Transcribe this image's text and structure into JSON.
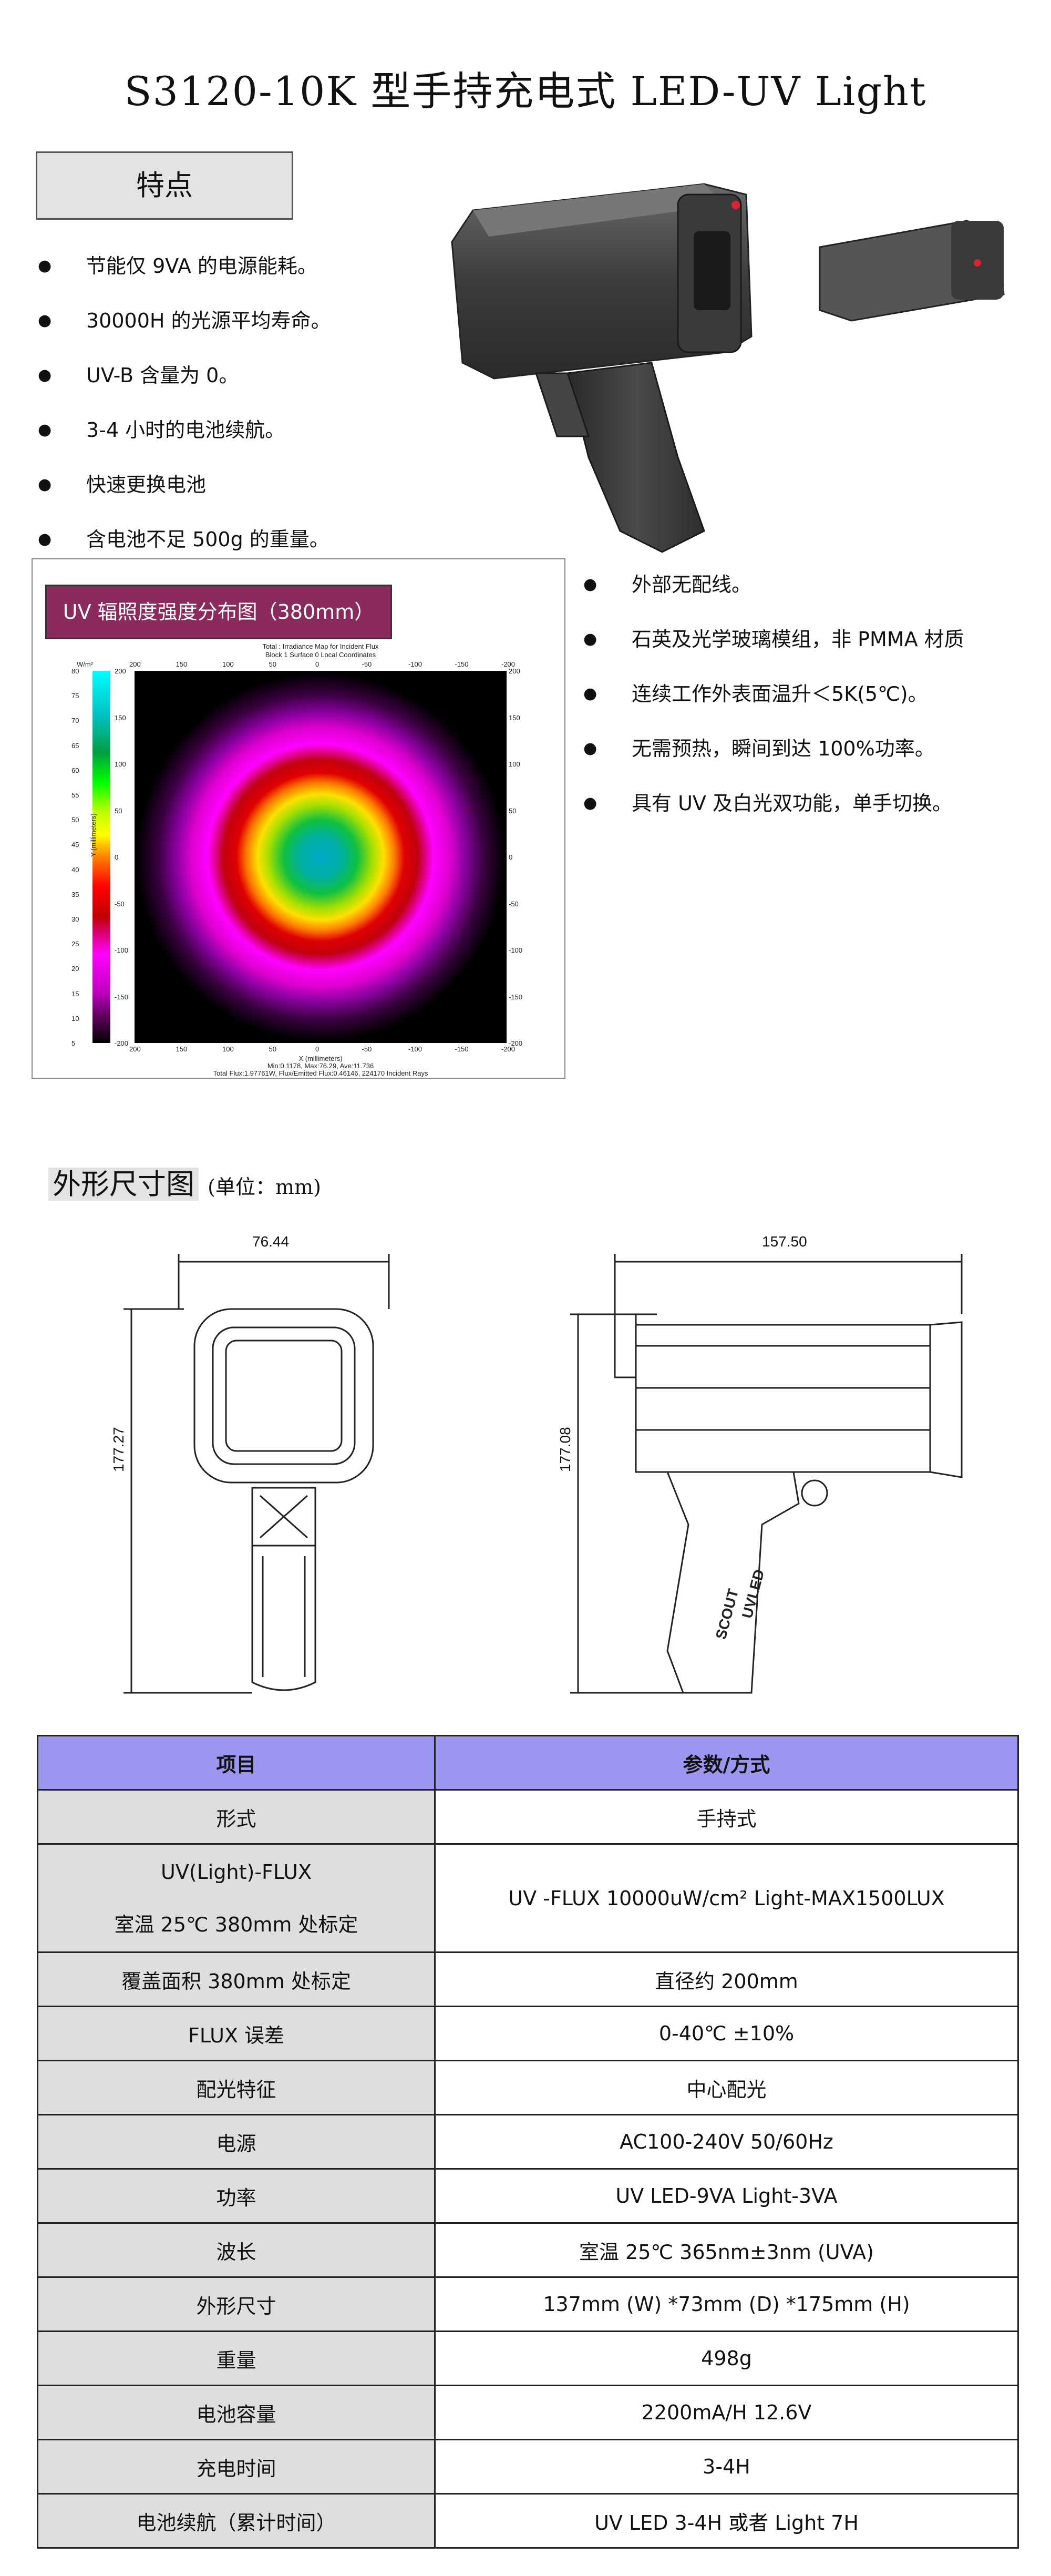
{
  "title": "S3120-10K 型手持充电式 LED-UV  Light",
  "features_heading": "特点",
  "features_left": [
    "节能仅 9VA 的电源能耗。",
    "30000H 的光源平均寿命。",
    "UV-B 含量为 0。",
    "3-4 小时的电池续航。",
    "快速更换电池",
    "含电池不足 500g 的重量。"
  ],
  "features_right": [
    "外部无配线。",
    "石英及光学玻璃模组，非 PMMA 材质",
    "连续工作外表面温升＜5K(5℃)。",
    "无需预热，瞬间到达 100%功率。",
    "具有 UV 及白光双功能，单手切换。"
  ],
  "irradiance_heading": "UV 辐照度强度分布图（380mm）",
  "chart_data": {
    "type": "heatmap",
    "title": "Total : Irradiance Map for Incident Flux",
    "subtitle": "Block 1 Surface 0   Local Coordinates",
    "xlabel": "X (millimeters)",
    "ylabel": "Y (millimeters)",
    "colorbar_label": "W/m²",
    "x_ticks": [
      "200",
      "150",
      "100",
      "50",
      "0",
      "-50",
      "-100",
      "-150",
      "-200"
    ],
    "y_ticks": [
      "200",
      "150",
      "100",
      "50",
      "0",
      "-50",
      "-100",
      "-150",
      "-200"
    ],
    "colorbar_ticks": [
      "80",
      "75",
      "70",
      "65",
      "60",
      "55",
      "50",
      "45",
      "40",
      "35",
      "30",
      "25",
      "20",
      "15",
      "10",
      "5"
    ],
    "footer_line1": "Min:0.1178, Max:76.29, Ave:11.736",
    "footer_line2": "Total Flux:1.97761W, Flux/Emitted Flux:0.46146, 224170 Incident Rays"
  },
  "dimensions": {
    "heading": "外形尺寸图",
    "unit": "(单位：mm)",
    "front_width": "76.44",
    "front_height": "177.27",
    "side_width": "157.50",
    "side_height": "177.08",
    "grip_label_1": "SCOUT",
    "grip_label_2": "UVLED"
  },
  "table": {
    "header": [
      "项目",
      "参数/方式"
    ],
    "rows": [
      {
        "k": "形式",
        "v": "手持式"
      },
      {
        "k1": "UV(Light)-FLUX",
        "k2": "室温 25℃  380mm 处标定",
        "v": "UV -FLUX    10000uW/cm²   Light-MAX1500LUX"
      },
      {
        "k": "覆盖面积 380mm 处标定",
        "v": "直径约 200mm"
      },
      {
        "k": "FLUX 误差",
        "v": "0-40℃  ±10%"
      },
      {
        "k": "配光特征",
        "v": "中心配光"
      },
      {
        "k": "电源",
        "v": "AC100-240V    50/60Hz"
      },
      {
        "k": "功率",
        "v": "UV LED-9VA     Light-3VA"
      },
      {
        "k": "波长",
        "v": "室温 25℃    365nm±3nm (UVA)"
      },
      {
        "k": "外形尺寸",
        "v": "137mm (W) *73mm (D) *175mm (H)"
      },
      {
        "k": "重量",
        "v": "498g"
      },
      {
        "k": "电池容量",
        "v": "2200mA/H 12.6V"
      },
      {
        "k": "充电时间",
        "v": "3-4H"
      },
      {
        "k": "电池续航（累计时间）",
        "v": "UV LED  3-4H 或者 Light  7H"
      }
    ]
  }
}
